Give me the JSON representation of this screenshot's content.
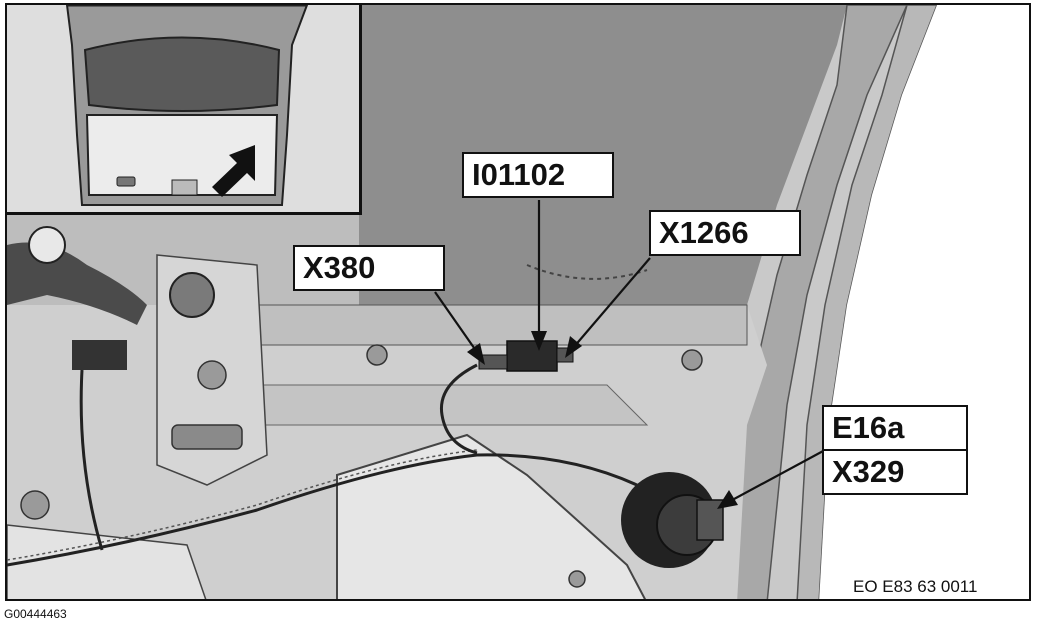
{
  "labels": {
    "i01102": "I01102",
    "x1266": "X1266",
    "x380": "X380",
    "e16a": "E16a",
    "x329": "X329"
  },
  "footer": {
    "drawing_code": "EO E83 63 0011",
    "figure_id": "G00444463"
  },
  "icons": [
    "tailgate-inset-icon",
    "location-arrow-icon"
  ],
  "colors": {
    "background": "#ffffff",
    "body_panel": "#c9c9c9",
    "roof_headliner": "#8f8f8f",
    "line": "#111111"
  }
}
